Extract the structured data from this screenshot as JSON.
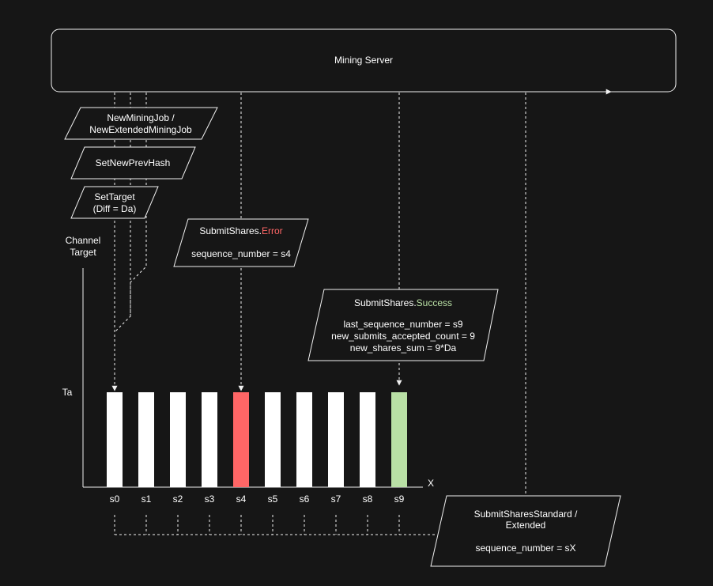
{
  "server": {
    "label": "Mining Server"
  },
  "messages": {
    "new_job": {
      "line1": "NewMiningJob /",
      "line2": "NewExtendedMiningJob"
    },
    "set_prev_hash": {
      "label": "SetNewPrevHash"
    },
    "set_target": {
      "line1": "SetTarget",
      "line2": "(Diff = Da)"
    },
    "error": {
      "prefix": "SubmitShares.",
      "status": "Error",
      "status_color": "#ff6666",
      "detail": "sequence_number = s4"
    },
    "success": {
      "prefix": "SubmitShares.",
      "status": "Success",
      "status_color": "#b9e0a5",
      "detail1": "last_sequence_number = s9",
      "detail2": "new_submits_accepted_count = 9",
      "detail3": "new_shares_sum = 9*Da"
    },
    "submit": {
      "line1": "SubmitSharesStandard /",
      "line2": "Extended",
      "detail": "sequence_number = sX"
    }
  },
  "axis": {
    "y_label_line1": "Channel",
    "y_label_line2": "Target",
    "ta_label": "Ta",
    "x_label": "X"
  },
  "shares": [
    {
      "label": "s0",
      "status": "normal"
    },
    {
      "label": "s1",
      "status": "normal"
    },
    {
      "label": "s2",
      "status": "normal"
    },
    {
      "label": "s3",
      "status": "normal"
    },
    {
      "label": "s4",
      "status": "error"
    },
    {
      "label": "s5",
      "status": "normal"
    },
    {
      "label": "s6",
      "status": "normal"
    },
    {
      "label": "s7",
      "status": "normal"
    },
    {
      "label": "s8",
      "status": "normal"
    },
    {
      "label": "s9",
      "status": "success"
    }
  ],
  "colors": {
    "background": "#161616",
    "line": "#f0f0f0",
    "normal": "#ffffff",
    "error": "#ff6666",
    "success": "#b9e0a5"
  }
}
